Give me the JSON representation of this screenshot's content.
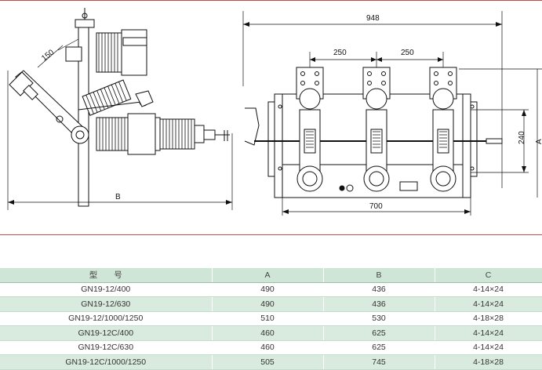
{
  "drawing": {
    "side_view": {
      "angle_dim": "150",
      "width_dim": "B"
    },
    "front_view": {
      "overall_width": "948",
      "pitch_left": "250",
      "pitch_right": "250",
      "base_width": "700",
      "height_dim": "240",
      "height_label": "A"
    }
  },
  "table": {
    "headers": [
      "型　　号",
      "A",
      "B",
      "C"
    ],
    "rows": [
      [
        "GN19-12/400",
        "490",
        "436",
        "4-14×24"
      ],
      [
        "GN19-12/630",
        "490",
        "436",
        "4-14×24"
      ],
      [
        "GN19-12/1000/1250",
        "510",
        "530",
        "4-18×28"
      ],
      [
        "GN19-12C/400",
        "460",
        "625",
        "4-14×24"
      ],
      [
        "GN19-12C/630",
        "460",
        "625",
        "4-14×24"
      ],
      [
        "GN19-12C/1000/1250",
        "505",
        "745",
        "4-18×28"
      ]
    ]
  },
  "colors": {
    "frame_line": "#c94a4a",
    "header_bg": "#cfe6d6",
    "row_alt": "#d9ebde"
  }
}
